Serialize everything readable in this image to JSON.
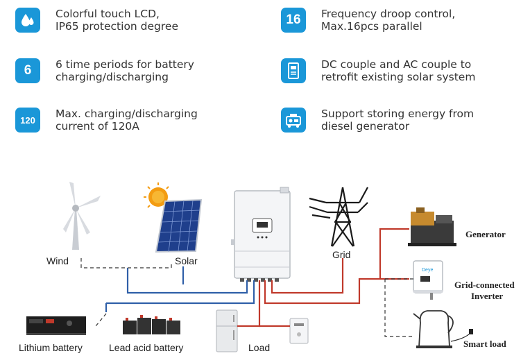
{
  "features": [
    {
      "badge": "",
      "icon": "water-drops-icon",
      "lines": [
        "Colorful touch LCD,",
        "IP65 protection degree"
      ]
    },
    {
      "badge": "16",
      "icon": "",
      "lines": [
        "Frequency droop control,",
        "Max.16pcs parallel"
      ]
    },
    {
      "badge": "6",
      "icon": "",
      "lines": [
        "6 time periods for battery",
        "charging/discharging"
      ]
    },
    {
      "badge": "",
      "icon": "inverter-icon",
      "lines": [
        "DC couple and AC couple to",
        "retrofit existing solar system"
      ]
    },
    {
      "badge": "120",
      "icon": "",
      "lines": [
        "Max. charging/discharging",
        "current of 120A"
      ]
    },
    {
      "badge": "",
      "icon": "generator-icon",
      "lines": [
        "Support storing energy from",
        "diesel generator"
      ]
    }
  ],
  "diagram": {
    "wind": "Wind",
    "solar": "Solar",
    "grid": "Grid",
    "generator": "Generator",
    "grid_inverter_line1": "Grid-connected",
    "grid_inverter_line2": "Inverter",
    "smart_load": "Smart load",
    "lithium_battery": "Lithium battery",
    "lead_acid_battery": "Lead acid battery",
    "load": "Load",
    "inverter_brand": "Deye"
  },
  "colors": {
    "badge_blue": "#1a97d8",
    "dc_line_blue": "#2f5fa8",
    "ac_line_red": "#c0392b",
    "dashed_line": "#333333"
  }
}
